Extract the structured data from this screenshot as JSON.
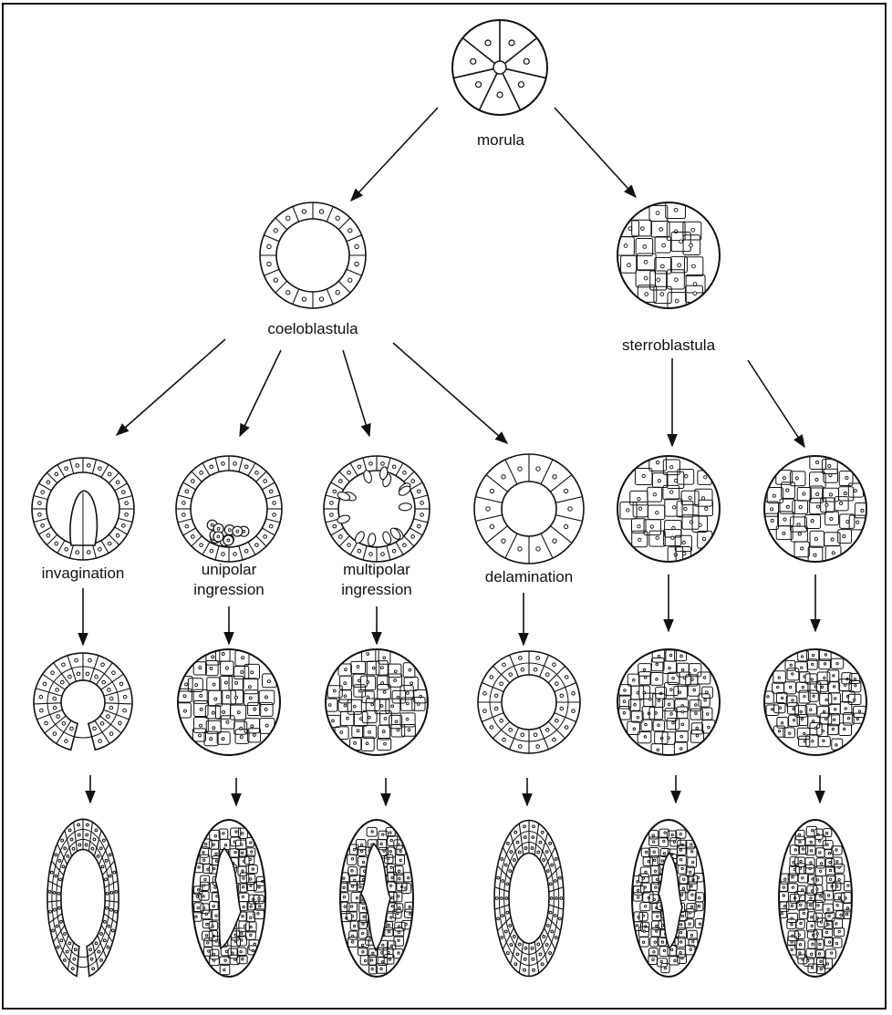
{
  "labels": {
    "morula": "morula",
    "coeloblastula": "coeloblastula",
    "sterroblastula": "sterroblastula",
    "invagination": "invagination",
    "unipolar_line1": "unipolar",
    "unipolar_line2": "ingression",
    "multipolar_line1": "multipolar",
    "multipolar_line2": "ingression",
    "delamination": "delamination"
  },
  "colors": {
    "stroke": "#111111",
    "background": "#ffffff",
    "nucleus_fill": "#ffffff"
  }
}
